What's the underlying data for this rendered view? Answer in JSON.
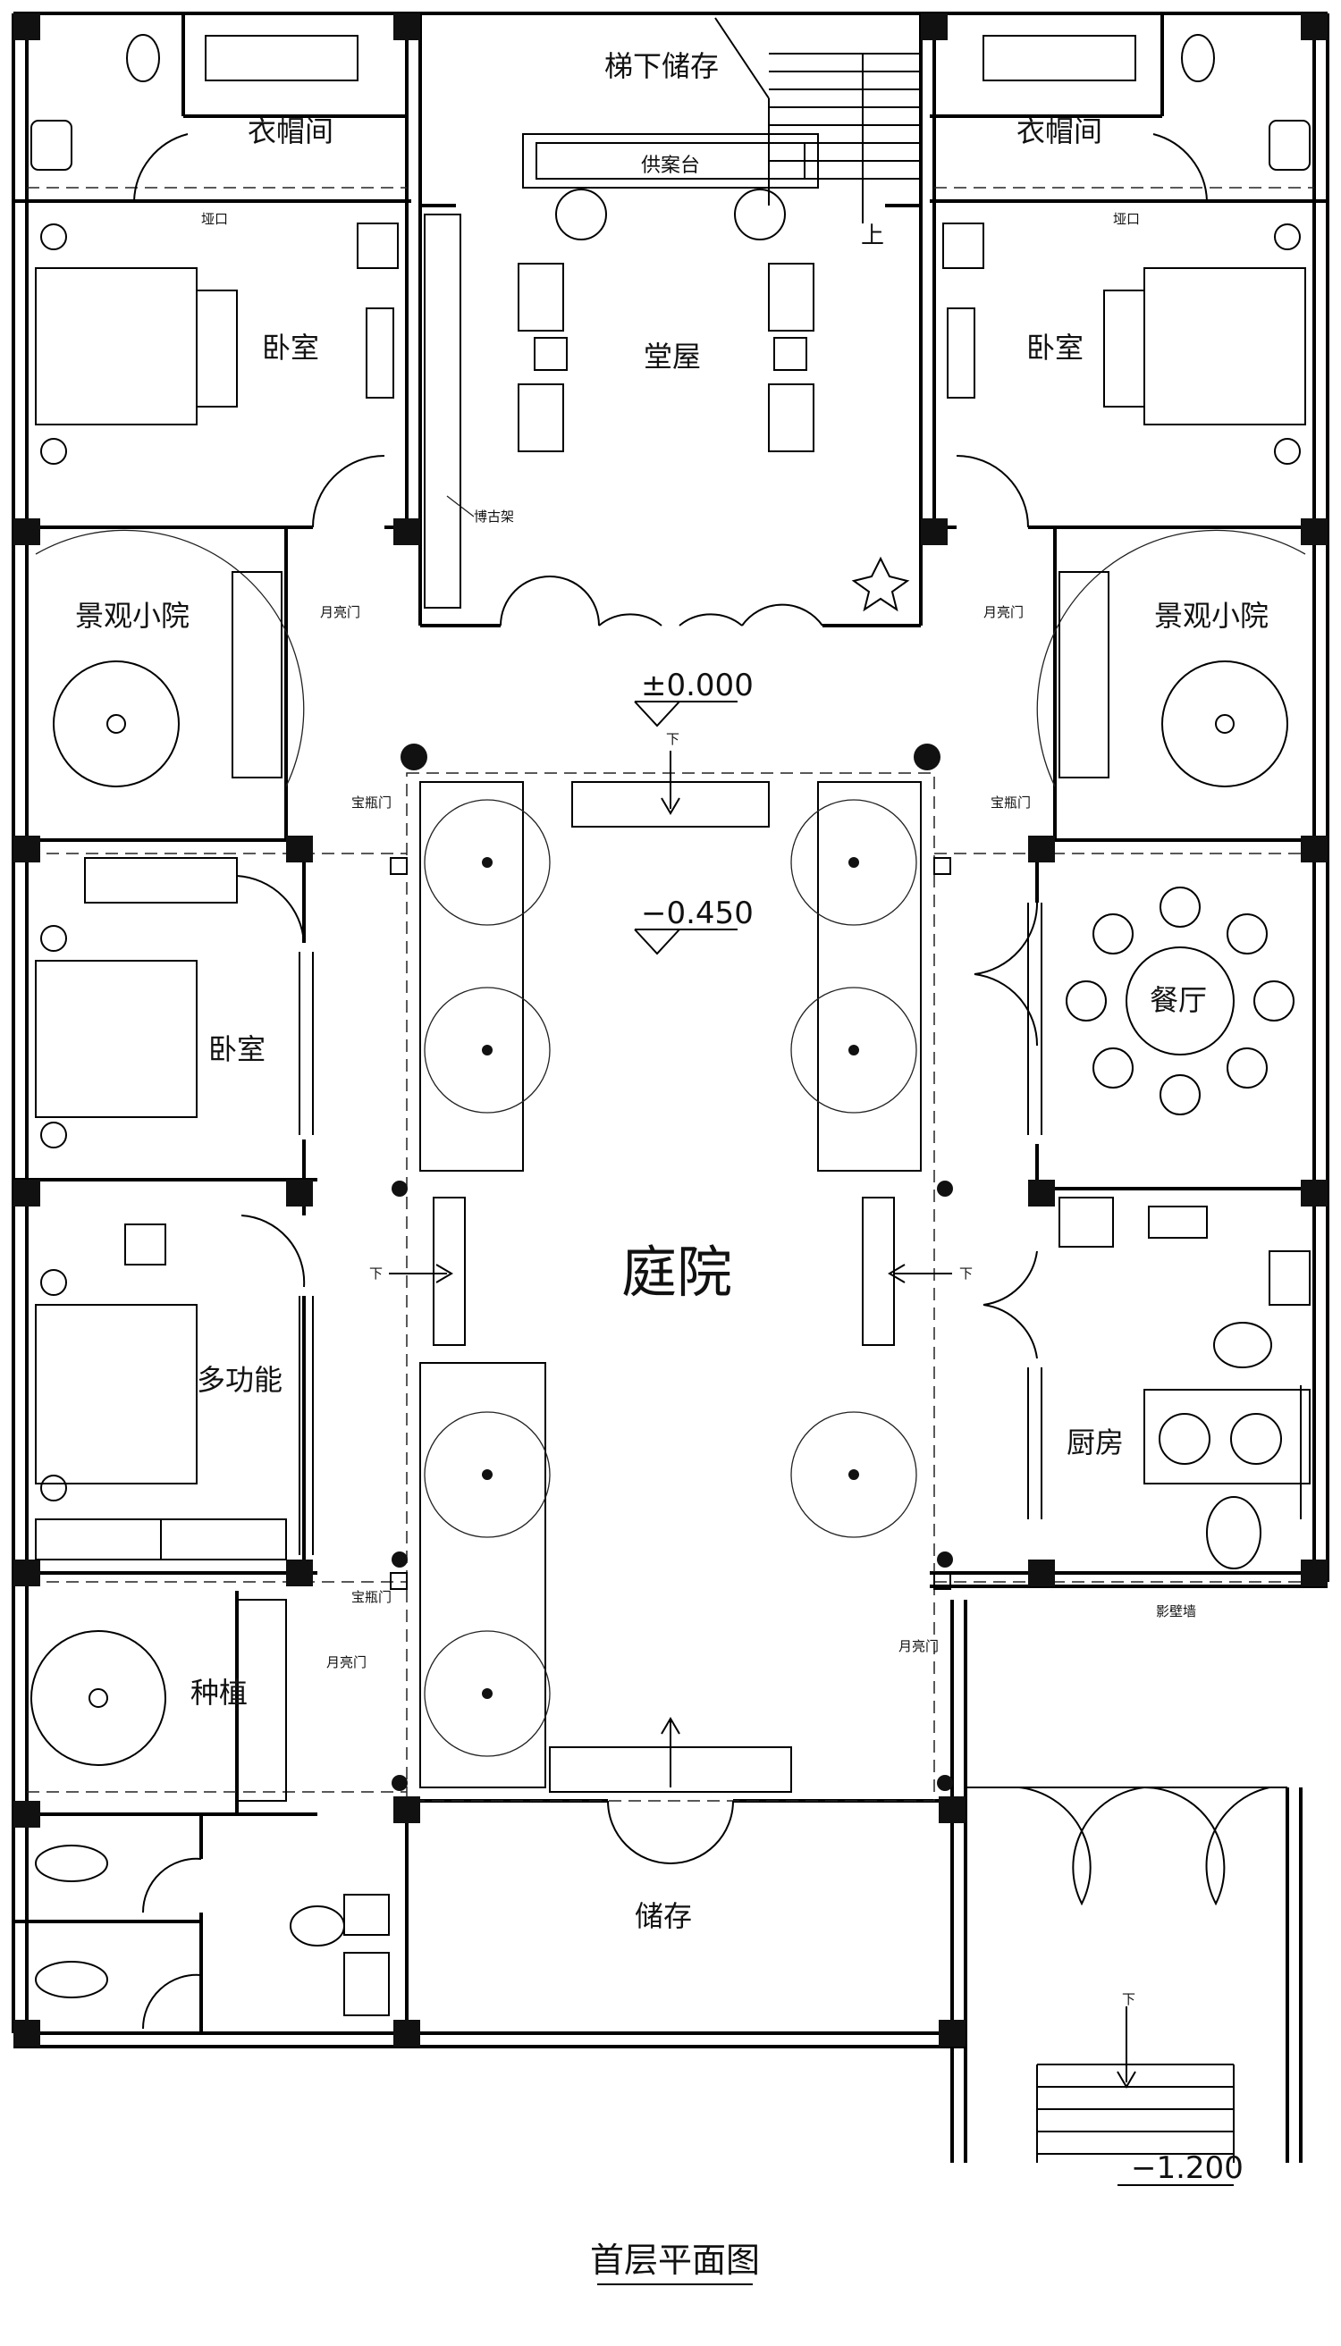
{
  "title": "首层平面图",
  "rooms": {
    "wardrobe_left": "衣帽间",
    "wardrobe_right": "衣帽间",
    "under_stair_storage": "梯下储存",
    "altar_table": "供案台",
    "main_hall": "堂屋",
    "bedroom_left": "卧室",
    "bedroom_right": "卧室",
    "garden_left": "景观小院",
    "garden_right": "景观小院",
    "bedroom_west": "卧室",
    "multi_function": "多功能",
    "courtyard": "庭院",
    "dining": "餐厅",
    "kitchen": "厨房",
    "planting": "种植",
    "storage": "储存"
  },
  "annotations": {
    "kan_kou_left": "垭口",
    "kan_kou_right": "垭口",
    "curio_shelf": "博古架",
    "moon_door_1": "月亮门",
    "moon_door_2": "月亮门",
    "moon_door_3": "月亮门",
    "moon_door_4": "月亮门",
    "vase_door_1": "宝瓶门",
    "vase_door_2": "宝瓶门",
    "vase_door_3": "宝瓶门",
    "screen_wall": "影壁墙",
    "stair_up": "上",
    "down_1": "下",
    "down_2": "下",
    "down_3": "下",
    "down_4": "下"
  },
  "levels": {
    "hall": "±0.000",
    "courtyard": "−0.450",
    "entry": "−1.200"
  }
}
